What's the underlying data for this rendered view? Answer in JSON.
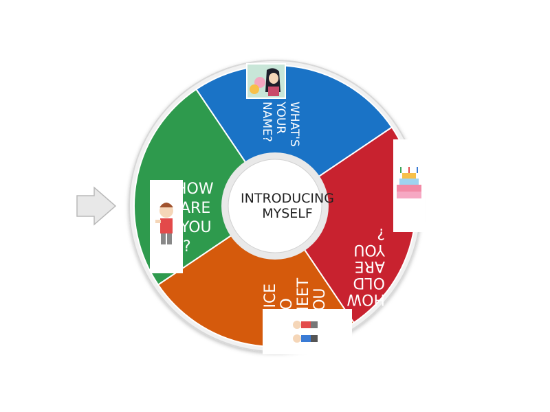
{
  "wheel": {
    "center_title_line1": "INTRODUCING",
    "center_title_line2": "MYSELF",
    "segments": [
      {
        "label_lines": [
          "WHAT'S",
          "YOUR",
          "NAME?"
        ],
        "color": "#1a73c6",
        "image": "girl-portrait"
      },
      {
        "label_lines": [
          "HOW",
          "OLD",
          "ARE",
          "YOU",
          "?"
        ],
        "color": "#c8222f",
        "image": "birthday-cake"
      },
      {
        "label_lines": [
          "NICE",
          "TO",
          "MEET",
          "YOU"
        ],
        "color": "#d55a0c",
        "image": "two-children-greeting"
      },
      {
        "label_lines": [
          "HOW",
          "ARE",
          "YOU",
          "?"
        ],
        "color": "#2e9a4d",
        "image": "boy-thumbs-up"
      }
    ]
  },
  "pointer": {
    "icon": "arrow-right-icon",
    "color": "#e6e6e6"
  }
}
